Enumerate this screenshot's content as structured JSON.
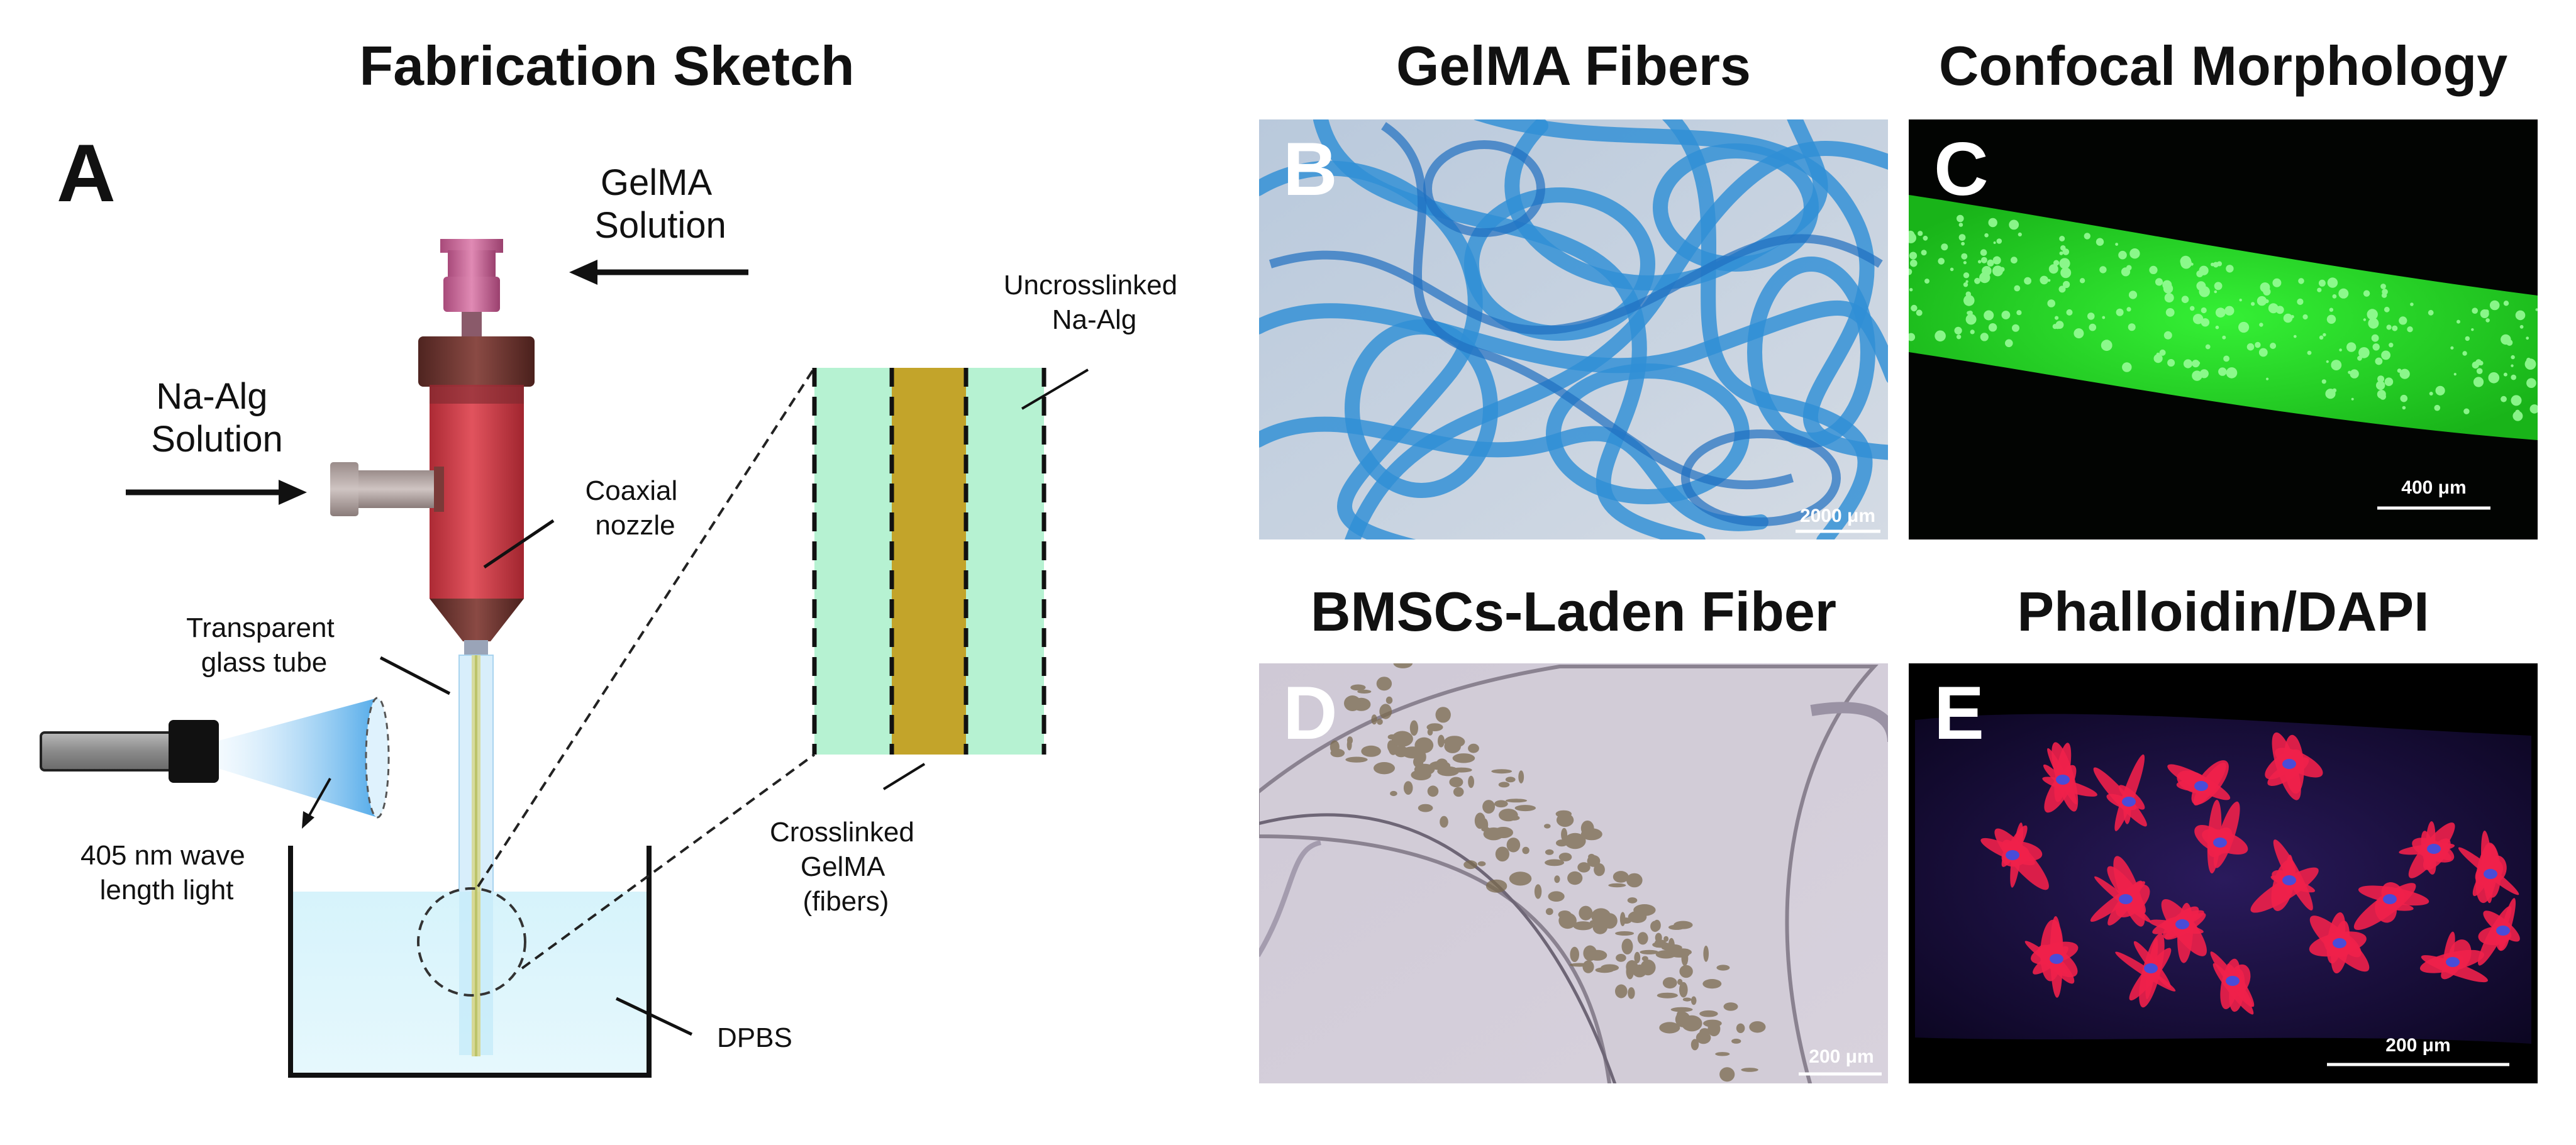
{
  "panelA": {
    "letter": "A",
    "title": "Fabrication Sketch",
    "gelma_solution": [
      "GelMA",
      "Solution"
    ],
    "naalg_solution": [
      "Na-Alg",
      "Solution"
    ],
    "coaxial_nozzle": [
      "Coaxial",
      "nozzle"
    ],
    "glass_tube": [
      "Transparent",
      "glass tube"
    ],
    "light": [
      "405 nm wave",
      "length light"
    ],
    "dpbs": "DPBS",
    "uncrosslinked": [
      "Uncrosslinked",
      "Na-Alg"
    ],
    "crosslinked": [
      "Crosslinked",
      "GelMA",
      "(fibers)"
    ]
  },
  "panelB": {
    "letter": "B",
    "title": "GelMA Fibers",
    "scale": "2000 μm"
  },
  "panelC": {
    "letter": "C",
    "title": "Confocal Morphology",
    "scale": "400 μm"
  },
  "panelD": {
    "letter": "D",
    "title": "BMSCs-Laden Fiber",
    "scale": "200 μm"
  },
  "panelE": {
    "letter": "E",
    "title": "Phalloidin/DAPI",
    "scale": "200 μm"
  },
  "colors": {
    "nozzle_red": "#c8303a",
    "cap_brown": "#6a3530",
    "luer_pink": "#c9689a",
    "fiber_blue": "#2f8fd6",
    "confocal_green": "#2ee82e",
    "alginate_mint": "#b6f2d2",
    "gelma_gold": "#c3a42a",
    "actin_red": "#f0204a",
    "dapi_blue": "#4a4cd8"
  }
}
